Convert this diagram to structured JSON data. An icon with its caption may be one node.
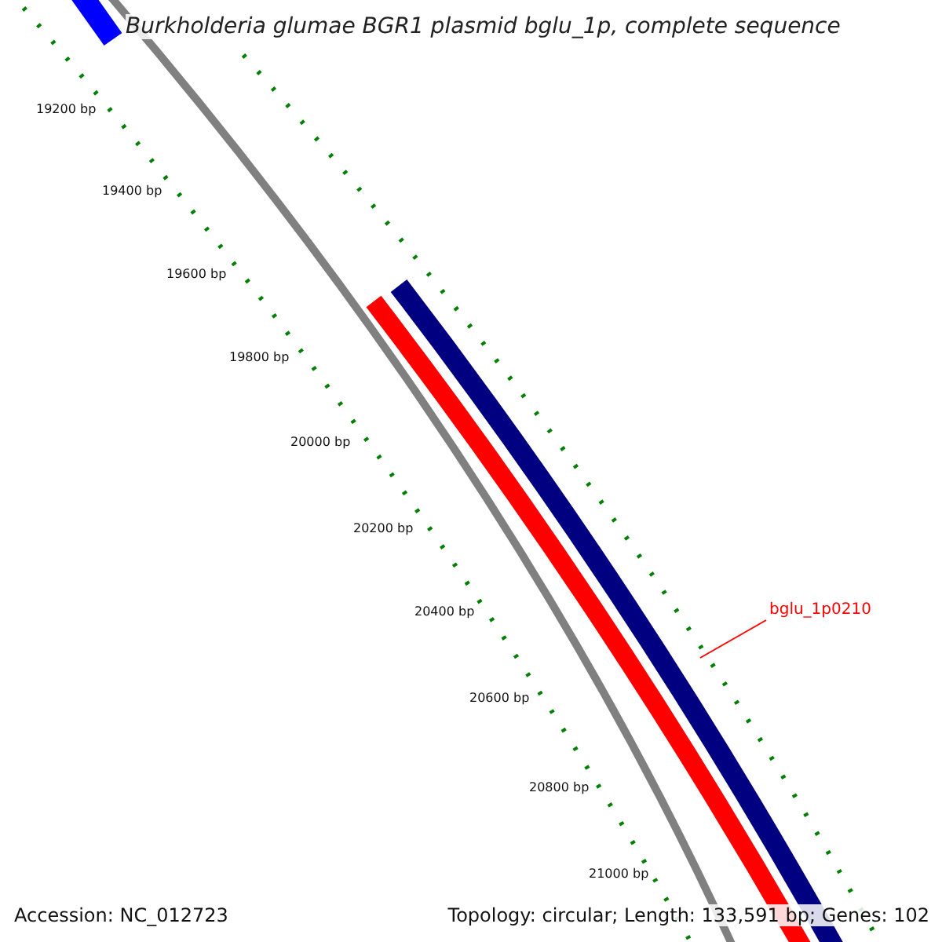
{
  "diagram": {
    "title": "Burkholderia glumae BGR1 plasmid bglu_1p, complete sequence",
    "nodes": [
      {
        "text": [
          "bglu_1p0210"
        ]
      },
      {
        "text": [],
        "shape": "bar"
      }
    ],
    "edges": [
      {
        "from": 0,
        "to": 1,
        "arrow": "none",
        "color": "#ff0000"
      }
    ],
    "labels": [
      "19200 bp",
      "19400 bp",
      "19600 bp",
      "19800 bp",
      "20000 bp",
      "20200 bp",
      "20400 bp",
      "20600 bp",
      "20800 bp",
      "21000 bp",
      "Accession: NC_012723",
      "Topology: circular; Length: 133,591 bp; Genes: 102"
    ]
  }
}
